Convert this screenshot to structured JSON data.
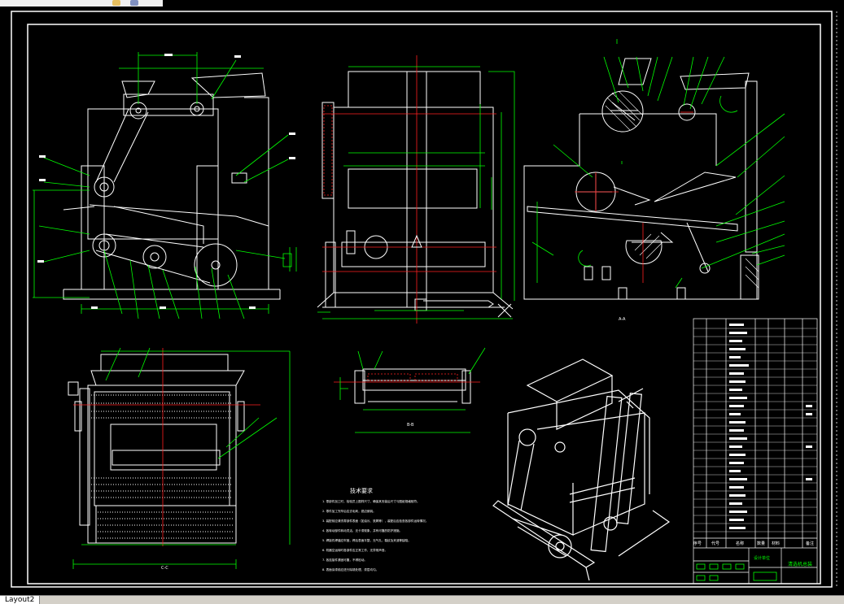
{
  "window": {
    "layout_tab": "Layout2"
  },
  "sheet": {
    "tech_title": "技术要求",
    "tech_notes": [
      "1. 零部件加工时，检验员上图样尺寸，确保其安装后尺寸与图纸规格相符。",
      "2. 零件加工完毕后应去毛刺，锐边倒钝。",
      "3. 装配前应清洗零部件表面（如油污、铁屑等），装配后应检查各部件运转情况。",
      "4. 各转动部件转动灵活，无卡滞现象，并有可靠的防护措施。",
      "5. 焊接件焊缝应牢固，焊后表面平整，无气孔、裂纹及夹渣等缺陷。",
      "6. 机器空运转时各部件应正常工作，无异常声音。",
      "7. 各连接件紧固可靠，不得松动。",
      "8. 表面涂漆前应进行除锈处理，漆层均匀。"
    ],
    "view_labels": {
      "section_a": "A-A",
      "view_b": "B-B",
      "view_c": "C-C"
    },
    "title_block": {
      "header_cols": [
        "序号",
        "代号",
        "名称",
        "数量",
        "材料",
        "备注"
      ],
      "drawing_name": "清选机总装",
      "company": "设计单位"
    }
  },
  "colors": {
    "white": "#ffffff",
    "green": "#00ff00",
    "red": "#ff2020",
    "frame": "#ffffff"
  }
}
